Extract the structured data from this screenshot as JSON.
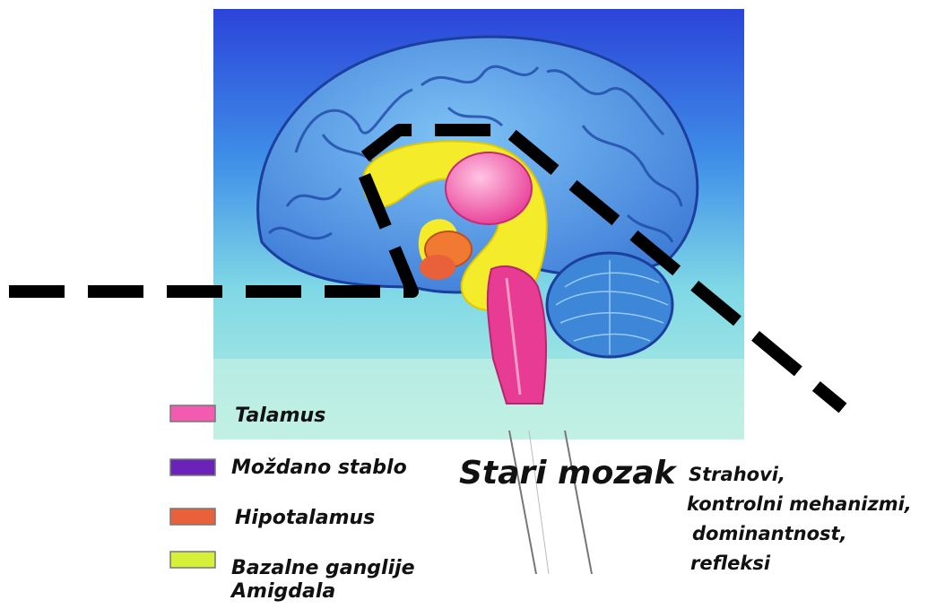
{
  "legend": [
    {
      "label": "Talamus",
      "color": "#f25bb0"
    },
    {
      "label": "Moždano stablo",
      "color": "#6a22b8"
    },
    {
      "label": "Hipotalamus",
      "color": "#e8613a"
    },
    {
      "label": "Bazalne ganglije",
      "color": "#d6ef3a"
    },
    {
      "label": "Amigdala",
      "color": "#d6ef3a"
    }
  ],
  "region_title": "Stari mozak",
  "functions": [
    "Strahovi,",
    "kontrolni mehanizmi,",
    "dominantnost,",
    "refleksi"
  ]
}
